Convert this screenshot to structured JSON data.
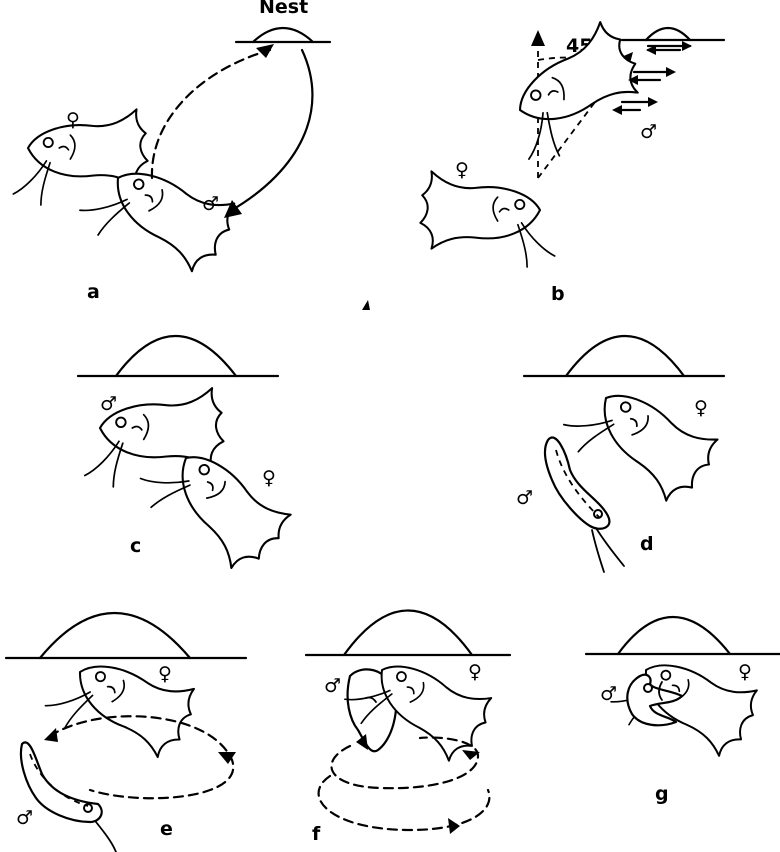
{
  "labels": {
    "nest": "Nest",
    "angle": "45°",
    "female": "♀",
    "male": "♂",
    "panels": [
      "a",
      "b",
      "c",
      "d",
      "e",
      "f",
      "g"
    ]
  }
}
